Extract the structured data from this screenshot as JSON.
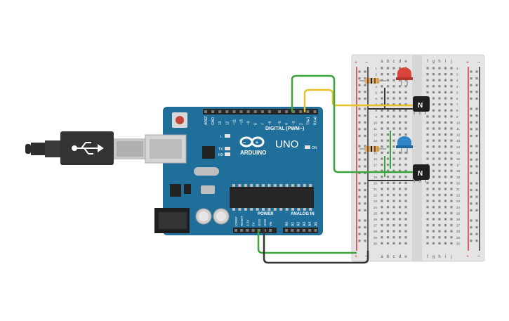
{
  "arduino": {
    "brand": "ARDUINO",
    "model": "UNO",
    "digital_label": "DIGITAL (PWM~)",
    "power_label": "POWER",
    "analog_label": "ANALOG IN",
    "on_label": "ON",
    "l_label": "L",
    "tx_label": "TX",
    "rx_label": "RX",
    "top_pins": [
      "AREF",
      "GND",
      "13",
      "12",
      "~11",
      "~10",
      "~9",
      "8",
      "7",
      "~6",
      "~5",
      "4",
      "~3",
      "2",
      "TX▸1",
      "RX◂0"
    ],
    "power_pins": [
      "IOREF",
      "RESET",
      "3.3V",
      "5V",
      "GND",
      "GND",
      "Vin"
    ],
    "analog_pins": [
      "A0",
      "A1",
      "A2",
      "A3",
      "A4",
      "A5"
    ],
    "board_color": "#1f6f9a"
  },
  "breadboard": {
    "columns_left": [
      "a",
      "b",
      "c",
      "d",
      "e"
    ],
    "columns_right": [
      "f",
      "g",
      "h",
      "i",
      "j"
    ],
    "row_numbers": [
      "1",
      "2",
      "3",
      "4",
      "5",
      "6",
      "7",
      "8",
      "9",
      "10",
      "11",
      "12",
      "13",
      "14",
      "15",
      "16",
      "17",
      "18",
      "19",
      "20",
      "21",
      "22",
      "23",
      "24",
      "25",
      "26",
      "27",
      "28",
      "29",
      "30"
    ],
    "rail_plus": "+",
    "rail_minus": "−"
  },
  "transistor_label": "N",
  "colors": {
    "wire_green": "#3aa53a",
    "wire_yellow": "#e6c229",
    "wire_black": "#333333",
    "led_red": "#d9453a",
    "led_blue": "#2f86c8",
    "rail_red": "#d8323a"
  }
}
